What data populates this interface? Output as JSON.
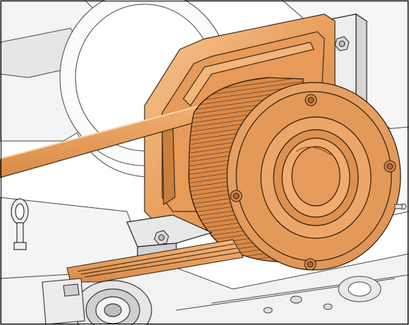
{
  "figure": {
    "kind": "technical-illustration",
    "subject": "belt-drive-pulley-assembly",
    "colors": {
      "accent_orange": "#e8a062",
      "orange_light": "#f3c08c",
      "orange_dark": "#b9753c",
      "line": "#1a1a1a",
      "gray_fill": "#f2f2f2",
      "gray_mid": "#d9d9d9",
      "background": "#ffffff"
    },
    "parts": [
      {
        "name": "large-housing-background",
        "color": "gray"
      },
      {
        "name": "mounting-plate",
        "color": "orange"
      },
      {
        "name": "upper-belt",
        "color": "orange"
      },
      {
        "name": "lower-belt",
        "color": "orange"
      },
      {
        "name": "grooved-pulley",
        "color": "orange"
      },
      {
        "name": "pulley-face-disc",
        "color": "orange"
      },
      {
        "name": "face-bolts",
        "count": 4
      },
      {
        "name": "bracket-nuts",
        "count": 2
      },
      {
        "name": "eyebolt",
        "color": "gray"
      },
      {
        "name": "idler-bearing",
        "color": "gray"
      }
    ]
  }
}
